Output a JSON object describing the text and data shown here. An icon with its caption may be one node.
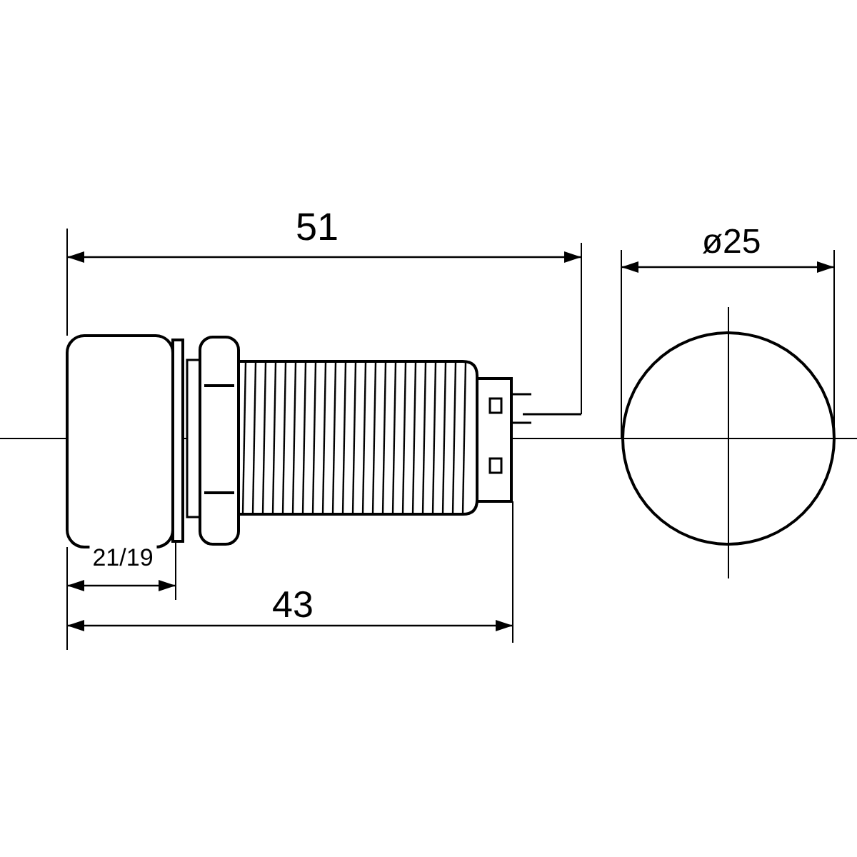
{
  "diagram": {
    "labels": [
      "51",
      "ø25",
      "21/19",
      "43"
    ]
  }
}
